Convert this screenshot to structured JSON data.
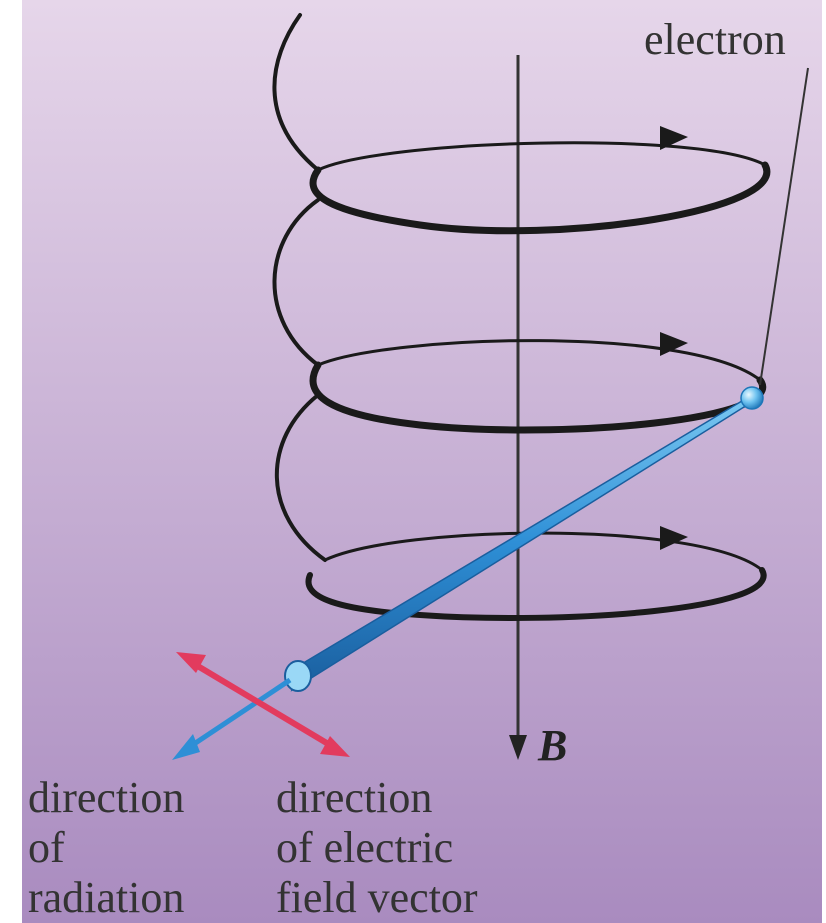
{
  "labels": {
    "electron": "electron",
    "field": "B",
    "radiation_line1": "direction",
    "radiation_line2": "of",
    "radiation_line3": "radiation",
    "efield_line1": "direction",
    "efield_line2": "of electric",
    "efield_line3": "field vector"
  },
  "colors": {
    "background_top": "#e6d6ea",
    "background_bottom": "#a98bbf",
    "helix": "#1a1a1a",
    "beam": "#2e8fd6",
    "beam_dark": "#1a5e9e",
    "electron": "#6fc3f0",
    "efield_arrow": "#e23b5e"
  }
}
